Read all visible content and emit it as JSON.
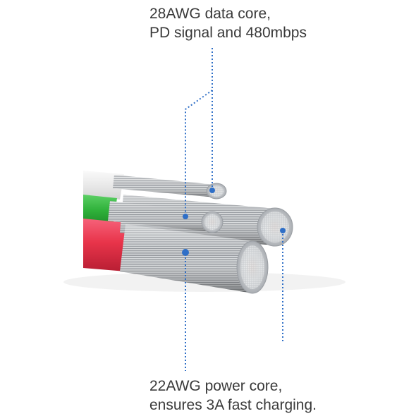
{
  "callouts": {
    "data_core": {
      "line1": "28AWG data core,",
      "line2": "PD signal and 480mbps"
    },
    "power_core": {
      "line1": "22AWG power core,",
      "line2": "ensures 3A fast charging."
    }
  },
  "colors": {
    "text": "#3a3a3a",
    "leader_line": "#2f6fc7",
    "jacket_white": "#f1f1f1",
    "jacket_green": "#36b83f",
    "jacket_red": "#e8344a",
    "conductor_silver": "#b9bcc0"
  },
  "icons": {
    "cable": "cable-cross-section-illustration"
  }
}
